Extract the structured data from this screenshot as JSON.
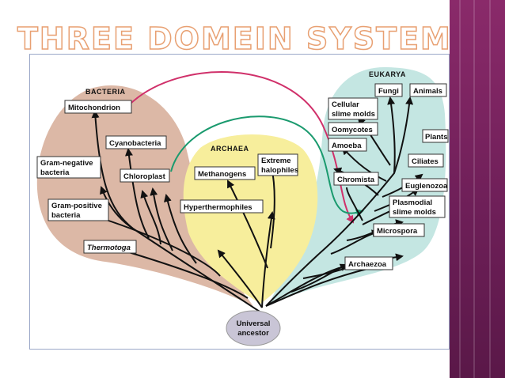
{
  "slide": {
    "title": "THREE DOMEIN SYSTEM",
    "colors": {
      "title_outline": "#e8a072",
      "side_bar": "#7a2462",
      "bacteria_region": "#dcb8a6",
      "archaea_region": "#f7ee9c",
      "eukarya_region": "#c4e6e2",
      "mito_arrow": "#d0306a",
      "chloro_arrow": "#1a9a6e"
    }
  },
  "diagram": {
    "domains": {
      "bacteria": "BACTERIA",
      "archaea": "ARCHAEA",
      "eukarya": "EUKARYA"
    },
    "root": {
      "line1": "Universal",
      "line2": "ancestor"
    },
    "taxa": {
      "mitochondrion": "Mitochondrion",
      "cyanobacteria": "Cyanobacteria",
      "gram_negative_1": "Gram-negative",
      "gram_negative_2": "bacteria",
      "chloroplast": "Chloroplast",
      "gram_positive_1": "Gram-positive",
      "gram_positive_2": "bacteria",
      "thermotoga": "Thermotoga",
      "extreme_halophiles_1": "Extreme",
      "extreme_halophiles_2": "halophiles",
      "methanogens": "Methanogens",
      "hyperthermophiles": "Hyperthermophiles",
      "fungi": "Fungi",
      "animals": "Animals",
      "cellular_slime_molds_1": "Cellular",
      "cellular_slime_molds_2": "slime molds",
      "oomycotes": "Oomycotes",
      "amoeba": "Amoeba",
      "plants": "Plants",
      "ciliates": "Ciliates",
      "chromista": "Chromista",
      "euglenozoa": "Euglenozoa",
      "plasmodial_slime_molds_1": "Plasmodial",
      "plasmodial_slime_molds_2": "slime molds",
      "microspora": "Microspora",
      "archaezoa": "Archaezoa"
    }
  }
}
